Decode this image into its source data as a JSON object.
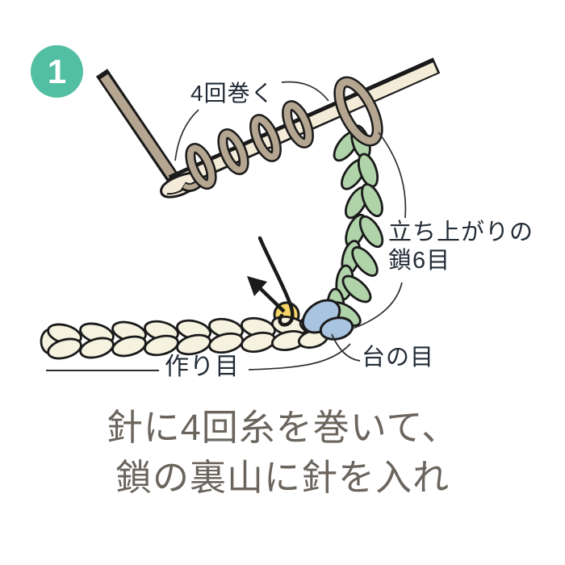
{
  "badge": {
    "number": "1"
  },
  "labels": {
    "wrap": "4回巻く",
    "turning_chain_line1": "立ち上がりの",
    "turning_chain_line2": "鎖6目",
    "base_stitch": "台の目",
    "foundation_chain": "作り目"
  },
  "caption": {
    "line1": "針に4回糸を巻いて、",
    "line2": "鎖の裏山に針を入れ"
  },
  "colors": {
    "badge": "#52bfa2",
    "yarn": "#b5a692",
    "hook": "#f4ecd9",
    "green": "#b0d3aa",
    "blue": "#a9c4e1",
    "yellow": "#f6d566",
    "cream": "#f5f2e0",
    "outline": "#1a1a1a",
    "label": "#222b36",
    "caption": "#6b655e"
  }
}
